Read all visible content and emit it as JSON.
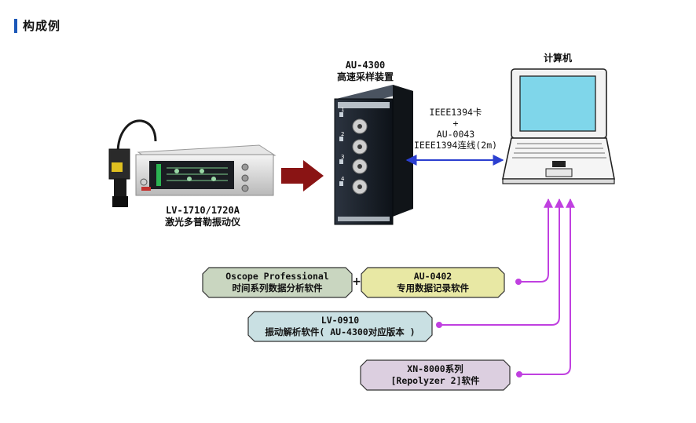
{
  "heading": {
    "title": "构成例"
  },
  "devices": {
    "vibrometer": {
      "model": "LV-1710/1720A",
      "name": "激光多普勒振动仪"
    },
    "sampler": {
      "model": "AU-4300",
      "name": "高速采样装置",
      "channels": [
        "1",
        "2",
        "3",
        "4"
      ]
    },
    "computer": {
      "name": "计算机"
    }
  },
  "connection": {
    "lines": [
      "IEEE1394卡",
      "+",
      "AU-0043",
      "IEEE1394连线(2m)"
    ]
  },
  "software": {
    "oscope": {
      "line1": "Oscope Professional",
      "line2": "时间系列数据分析软件"
    },
    "plus": "+",
    "au0402": {
      "line1": "AU-0402",
      "line2": "专用数据记录软件"
    },
    "lv0910": {
      "line1": "LV-0910",
      "line2": "振动解析软件( AU-4300对应版本 )"
    },
    "xn8000": {
      "line1": "XN-8000系列",
      "line2": "[Repolyzer 2]软件"
    }
  },
  "colors": {
    "accent_bar": "#1c58b8",
    "oscope_fill": "#c9d6c0",
    "au0402_fill": "#e8e8a4",
    "lv0910_fill": "#c9e0e3",
    "xn8000_fill": "#dccfe0",
    "software_link": "#c040e0",
    "data_link": "#2b3fd0",
    "flow_arrow": "#8a1414"
  }
}
